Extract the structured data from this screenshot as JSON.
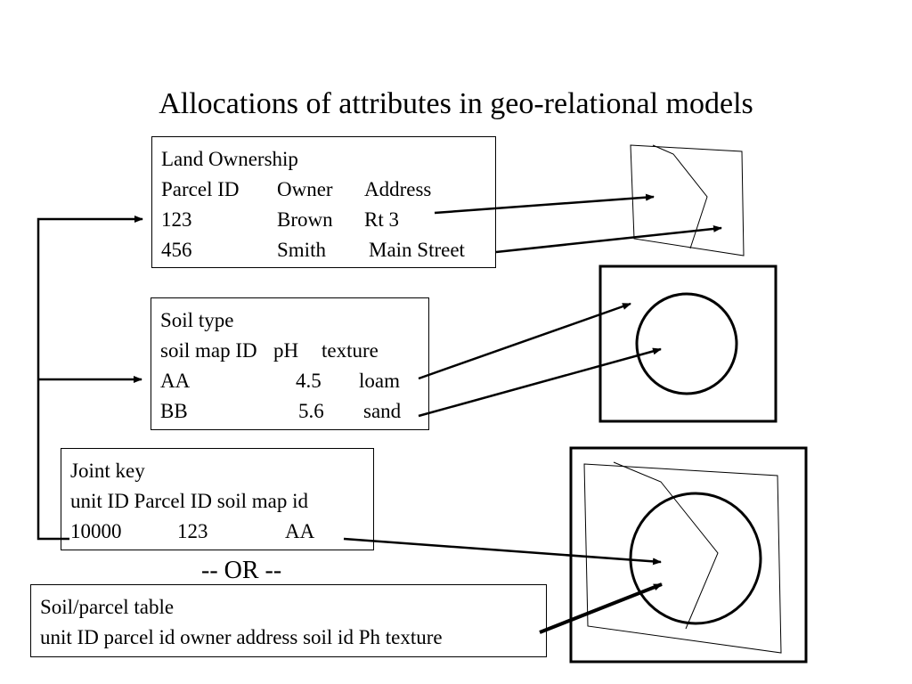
{
  "title": "Allocations of attributes in geo-relational models",
  "land_ownership": {
    "title": "Land Ownership",
    "headers": [
      "Parcel ID",
      "Owner",
      "Address"
    ],
    "rows": [
      [
        "123",
        "Brown",
        "Rt 3"
      ],
      [
        "456",
        "Smith",
        "Main Street"
      ]
    ]
  },
  "soil_type": {
    "title": "Soil type",
    "headers": [
      "soil map ID",
      "pH",
      "texture"
    ],
    "rows": [
      [
        "AA",
        "4.5",
        "loam"
      ],
      [
        "BB",
        "5.6",
        "sand"
      ]
    ]
  },
  "joint_key": {
    "title": "Joint key",
    "header_line": "unit ID Parcel ID soil map id",
    "rows": [
      [
        "10000",
        "123",
        "AA"
      ]
    ]
  },
  "or_label": "-- OR --",
  "soil_parcel": {
    "title": "Soil/parcel table",
    "header_line": "unit ID parcel id owner address soil id Ph texture"
  }
}
